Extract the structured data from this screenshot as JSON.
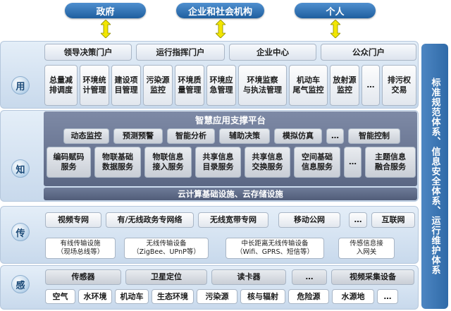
{
  "actors": [
    "政府",
    "企业和社会机构",
    "个人"
  ],
  "layers": {
    "yong": "用",
    "zhi": "知",
    "chuan": "传",
    "gan": "感"
  },
  "portals": [
    "领导决策门户",
    "运行指挥门户",
    "企业中心",
    "公众门户"
  ],
  "apps": [
    "总量减\n排调度",
    "环境统\n计管理",
    "建设项\n目管理",
    "污染源\n监控",
    "环境质\n量管理",
    "环境应\n急管理",
    "环境监察\n与执法管理",
    "机动车\n尾气监控",
    "放射源\n监控",
    "…",
    "排污权\n交易"
  ],
  "platform": {
    "title": "智慧应用支撑平台",
    "functions": [
      "动态监控",
      "预测预警",
      "智能分析",
      "辅助决策",
      "模拟仿真",
      "…",
      "智能控制"
    ],
    "services": [
      "编码赋码\n服务",
      "物联基础\n数据服务",
      "物联信息\n接入服务",
      "共享信息\n目录服务",
      "共享信息\n交换服务",
      "空间基础\n信息服务",
      "…",
      "主题信息\n融合服务"
    ],
    "cloud": "云计算基础设施、云存储设施"
  },
  "networks": [
    "视频专网",
    "有/无线政务专网络",
    "无线宽带专网",
    "移动公网",
    "…",
    "互联网"
  ],
  "transmission": [
    "有线传输设施\n（现场总线等）",
    "无线传输设备\n（ZigBee、UPnP等）",
    "中长距离无线传输设备\n（Wifi、GPRS、短信等）",
    "传感信息接\n入网关"
  ],
  "devices": [
    "传感器",
    "卫星定位",
    "读卡器",
    "…",
    "视频采集设备"
  ],
  "objects": [
    "空气",
    "水环境",
    "机动车",
    "生态环境",
    "污染源",
    "核与辐射",
    "危险源",
    "水源地",
    "…"
  ],
  "sidebar": "标准规范体系、信息安全体系、运行维护体系"
}
